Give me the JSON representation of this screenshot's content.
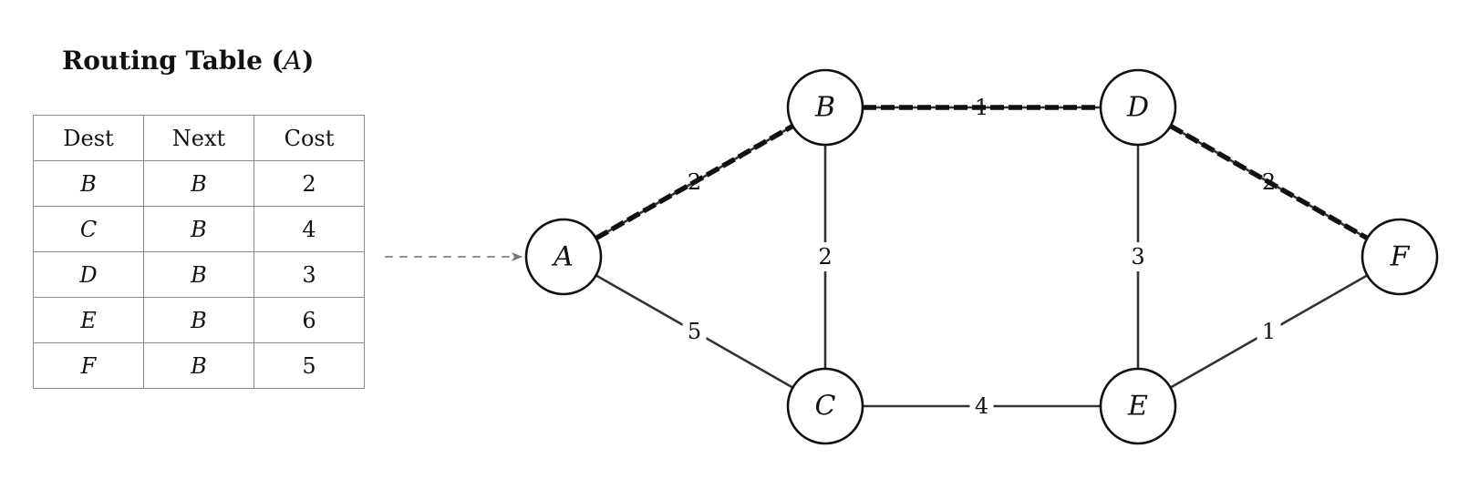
{
  "table": {
    "title_prefix": "Routing Table (",
    "title_var": "A",
    "title_suffix": ")",
    "headers": [
      "Dest",
      "Next",
      "Cost"
    ],
    "rows": [
      {
        "dest": "B",
        "next": "B",
        "cost": "2"
      },
      {
        "dest": "C",
        "next": "B",
        "cost": "4"
      },
      {
        "dest": "D",
        "next": "B",
        "cost": "3"
      },
      {
        "dest": "E",
        "next": "B",
        "cost": "6"
      },
      {
        "dest": "F",
        "next": "B",
        "cost": "5"
      }
    ]
  },
  "graph": {
    "nodes": [
      "A",
      "B",
      "C",
      "D",
      "E",
      "F"
    ],
    "edges": [
      {
        "from": "A",
        "to": "B",
        "weight": "2",
        "highlighted": true
      },
      {
        "from": "B",
        "to": "D",
        "weight": "1",
        "highlighted": true
      },
      {
        "from": "D",
        "to": "F",
        "weight": "2",
        "highlighted": true
      },
      {
        "from": "A",
        "to": "C",
        "weight": "5",
        "highlighted": false
      },
      {
        "from": "B",
        "to": "C",
        "weight": "2",
        "highlighted": false
      },
      {
        "from": "D",
        "to": "E",
        "weight": "3",
        "highlighted": false
      },
      {
        "from": "C",
        "to": "E",
        "weight": "4",
        "highlighted": false
      },
      {
        "from": "E",
        "to": "F",
        "weight": "1",
        "highlighted": false
      }
    ]
  },
  "colors": {
    "edge": "#333333",
    "highlight": "#111111",
    "arrow": "#777777",
    "table_border": "#8a8a8a"
  }
}
